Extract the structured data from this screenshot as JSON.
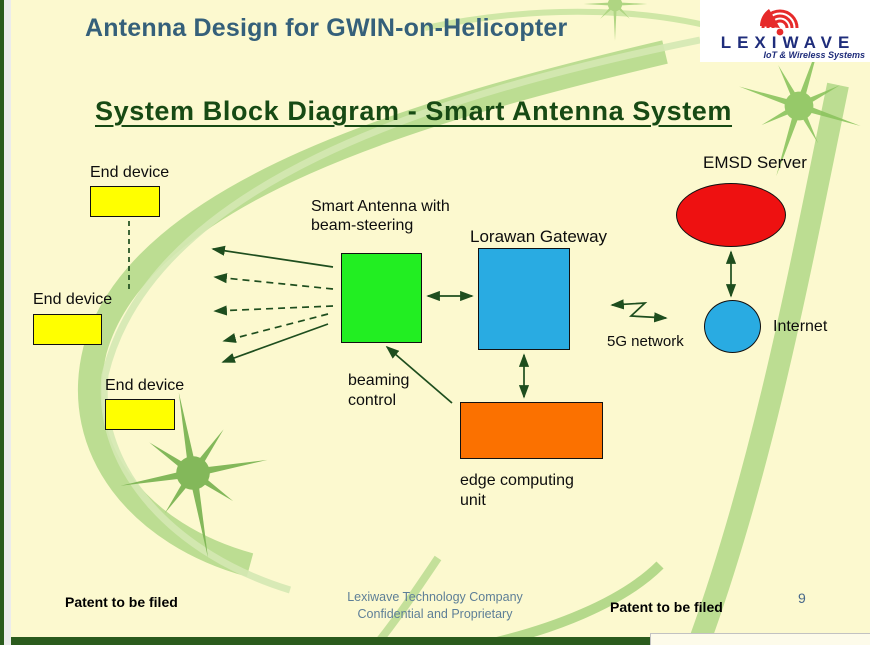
{
  "slide": {
    "title": "Antenna Design for GWIN-on-Helicopter",
    "heading": "System Block Diagram - Smart Antenna System",
    "page_number": "9",
    "background_color": "#FCF9CF",
    "accent_color": "#2B5B1D"
  },
  "logo": {
    "wordmark": "LEXIWAVE",
    "tagline": "IoT & Wireless Systems",
    "icon": "antenna-waves-icon",
    "brand_color": "#1F2D7B",
    "icon_color": "#E62A2A"
  },
  "diagram": {
    "end_device_labels": [
      "End device",
      "End device",
      "End device"
    ],
    "end_device_color": "#FFFF00",
    "smart_antenna": {
      "label_line1": "Smart Antenna with",
      "label_line2": "beam-steering",
      "color": "#22EE22"
    },
    "lorawan_gateway": {
      "label": "Lorawan Gateway",
      "color": "#29ABE2"
    },
    "emsd_server": {
      "label": "EMSD Server",
      "color": "#EE1111"
    },
    "internet": {
      "label": "Internet",
      "color": "#29ABE2"
    },
    "five_g": {
      "label": "5G network"
    },
    "beaming_control": {
      "label_line1": "beaming",
      "label_line2": "control"
    },
    "edge_computing": {
      "label_line1": "edge computing",
      "label_line2": "unit",
      "color": "#FB7100"
    },
    "arrow_color": "#1E4E1E"
  },
  "footer": {
    "left": "Patent to be filed",
    "center_line1": "Lexiwave Technology Company",
    "center_line2": "Confidential and Proprietary",
    "right": "Patent to be filed"
  }
}
